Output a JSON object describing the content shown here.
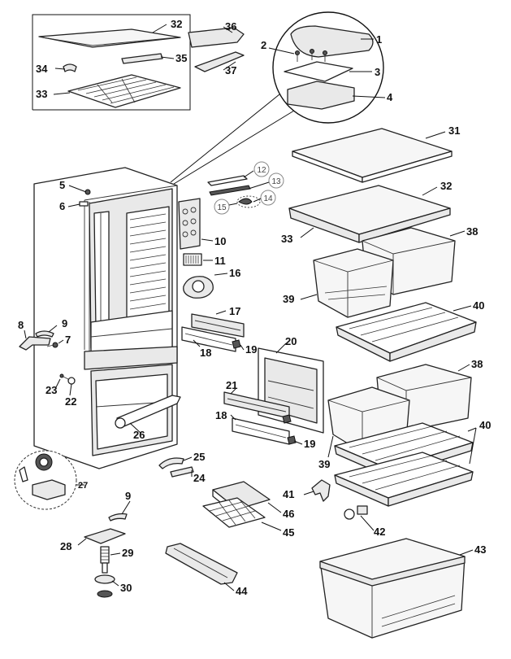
{
  "labels": {
    "p1": "1",
    "p2": "2",
    "p3": "3",
    "p4": "4",
    "p5": "5",
    "p6": "6",
    "p7": "7",
    "p8": "8",
    "p9": "9",
    "p9b": "9",
    "p10": "10",
    "p11": "11",
    "p12": "12",
    "p13": "13",
    "p14": "14",
    "p15": "15",
    "p16": "16",
    "p17": "17",
    "p18": "18",
    "p18b": "18",
    "p19": "19",
    "p19b": "19",
    "p20": "20",
    "p21": "21",
    "p22": "22",
    "p23": "23",
    "p24": "24",
    "p25": "25",
    "p26": "26",
    "p27": "27",
    "p28": "28",
    "p29": "29",
    "p30": "30",
    "p31": "31",
    "p32": "32",
    "p32b": "32",
    "p33": "33",
    "p33b": "33",
    "p34": "34",
    "p35": "35",
    "p36": "36",
    "p37": "37",
    "p38": "38",
    "p38b": "38",
    "p39": "39",
    "p39b": "39",
    "p40": "40",
    "p40b": "40",
    "p41": "41",
    "p42": "42",
    "p43": "43",
    "p44": "44",
    "p45": "45",
    "p46": "46"
  }
}
